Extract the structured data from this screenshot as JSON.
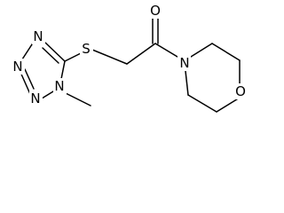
{
  "molecule": {
    "atoms": {
      "n_tz1": "N",
      "n_tz2": "N",
      "n_tz3": "N",
      "n_tz4": "N",
      "sulfur": "S",
      "oxygen_carbonyl": "O",
      "n_amide": "N",
      "oxygen_ring": "O"
    }
  }
}
